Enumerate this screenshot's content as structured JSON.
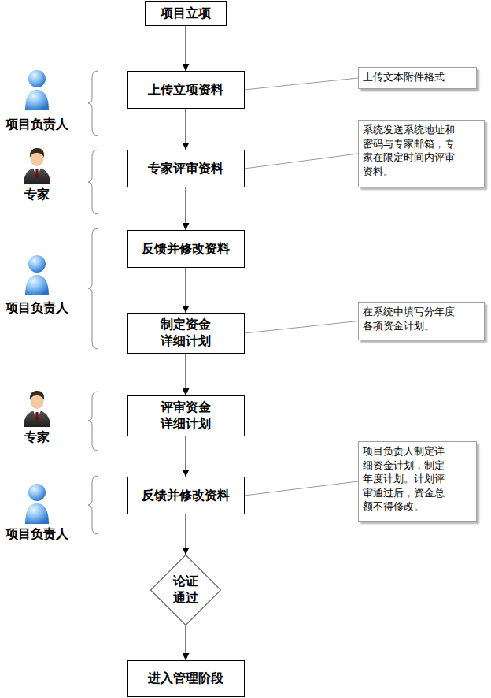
{
  "diagram": {
    "nodes": [
      {
        "text": [
          "项目立项"
        ]
      },
      {
        "text": [
          "上传立项资料"
        ]
      },
      {
        "text": [
          "上传文本附件格式"
        ]
      },
      {
        "text": [
          "专家评审资料"
        ]
      },
      {
        "text": [
          "系统发送系统地址和 密码与专家邮箱，专 家在限定时间内评审 资料。"
        ]
      },
      {
        "text": [
          "反馈并修改资料"
        ]
      },
      {
        "text": [
          "制定资金 详细计划"
        ]
      },
      {
        "text": [
          "在系统中填写分年度 各项资金计划。"
        ]
      },
      {
        "text": [
          "评审资金 详细计划"
        ]
      },
      {
        "text": [
          "反馈并修改资料"
        ]
      },
      {
        "text": [
          "项目负责人制定详 细资金计划，制定 年度计划。计划评 审通过后，资金总 额不得修改。"
        ]
      },
      {
        "text": [
          "论证 通过"
        ]
      },
      {
        "text": [
          "进入管理阶段"
        ]
      }
    ],
    "edges": [
      {
        "from": 0,
        "to": 1,
        "arrow": "to"
      },
      {
        "from": 1,
        "to": 3,
        "arrow": "to"
      },
      {
        "from": 3,
        "to": 5,
        "arrow": "to"
      },
      {
        "from": 5,
        "to": 6,
        "arrow": "to"
      },
      {
        "from": 6,
        "to": 8,
        "arrow": "to"
      },
      {
        "from": 8,
        "to": 9,
        "arrow": "to"
      },
      {
        "from": 9,
        "to": 11,
        "arrow": "to"
      },
      {
        "from": 11,
        "to": 12,
        "arrow": "to"
      },
      {
        "from": 1,
        "to": 2,
        "arrow": "none"
      },
      {
        "from": 3,
        "to": 4,
        "arrow": "none"
      },
      {
        "from": 6,
        "to": 7,
        "arrow": "none"
      },
      {
        "from": 9,
        "to": 10,
        "arrow": "none"
      }
    ],
    "labels": [
      "项目负责人",
      "专家",
      "项目负责人",
      "专家",
      "项目负责人"
    ]
  }
}
